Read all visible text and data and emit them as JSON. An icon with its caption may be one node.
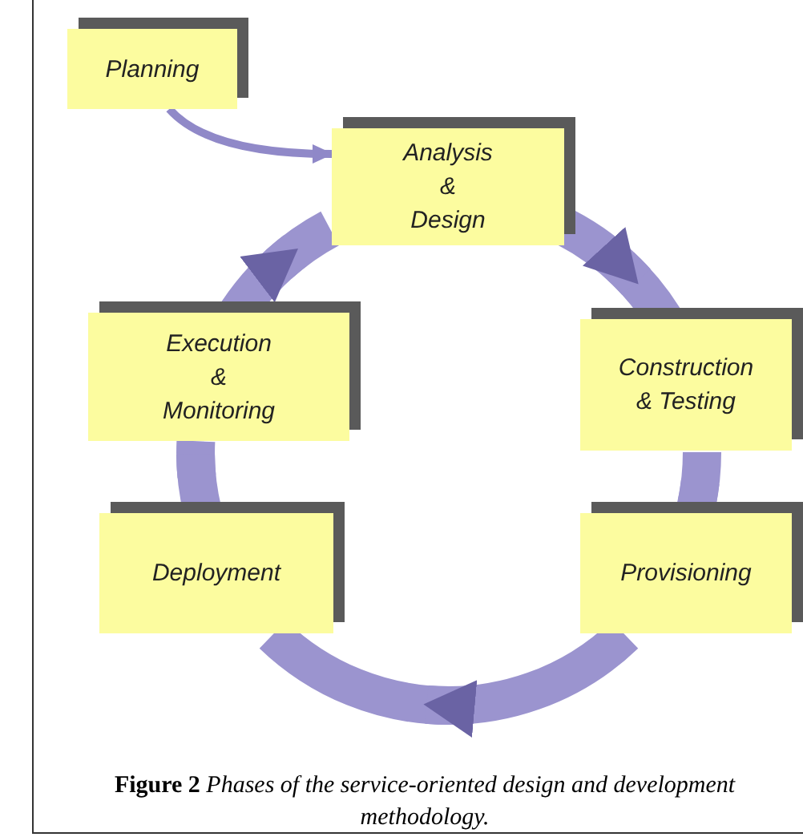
{
  "diagram": {
    "caption": "**Figure 2** *Phases of the service-oriented design and development methodology.*",
    "nodes": [
      {
        "text": [
          "Planning"
        ]
      },
      {
        "text": [
          "Analysis & Design"
        ]
      },
      {
        "text": [
          "Construction & Testing"
        ]
      },
      {
        "text": [
          "Provisioning"
        ]
      },
      {
        "text": [
          "Deployment"
        ]
      },
      {
        "text": [
          "Execution & Monitoring"
        ]
      }
    ],
    "edges": [
      {
        "from": 0,
        "to": 1,
        "arrow": "to"
      },
      {
        "from": 1,
        "to": 2,
        "arrow": "to"
      },
      {
        "from": 2,
        "to": 3,
        "arrow": "none"
      },
      {
        "from": 3,
        "to": 4,
        "arrow": "to"
      },
      {
        "from": 4,
        "to": 5,
        "arrow": "none"
      },
      {
        "from": 5,
        "to": 1,
        "arrow": "to"
      }
    ]
  }
}
